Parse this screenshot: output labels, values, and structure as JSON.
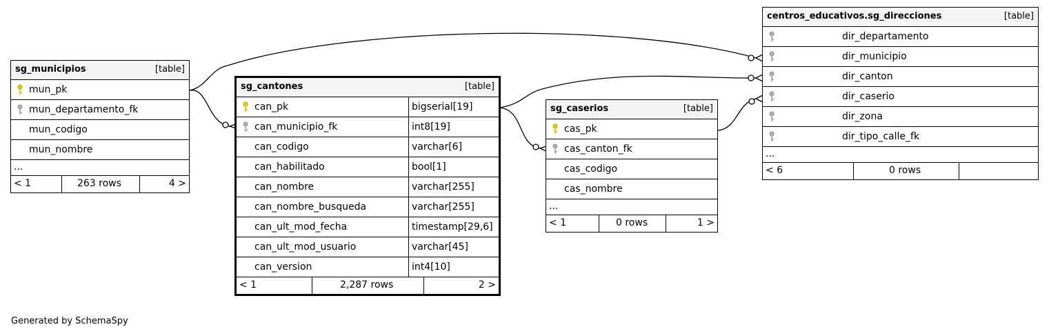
{
  "tables": {
    "municipios": {
      "name": "sg_municipios",
      "type": "[table]",
      "rows": [
        "mun_pk",
        "mun_departamento_fk",
        "mun_codigo",
        "mun_nombre"
      ],
      "more": "...",
      "footer": {
        "prev": "< 1",
        "count": "263 rows",
        "next": "4 >"
      }
    },
    "cantones": {
      "name": "sg_cantones",
      "type": "[table]",
      "rows": [
        {
          "name": "can_pk",
          "type": "bigserial[19]"
        },
        {
          "name": "can_municipio_fk",
          "type": "int8[19]"
        },
        {
          "name": "can_codigo",
          "type": "varchar[6]"
        },
        {
          "name": "can_habilitado",
          "type": "bool[1]"
        },
        {
          "name": "can_nombre",
          "type": "varchar[255]"
        },
        {
          "name": "can_nombre_busqueda",
          "type": "varchar[255]"
        },
        {
          "name": "can_ult_mod_fecha",
          "type": "timestamp[29,6]"
        },
        {
          "name": "can_ult_mod_usuario",
          "type": "varchar[45]"
        },
        {
          "name": "can_version",
          "type": "int4[10]"
        }
      ],
      "footer": {
        "prev": "< 1",
        "count": "2,287 rows",
        "next": "2 >"
      }
    },
    "caserios": {
      "name": "sg_caserios",
      "type": "[table]",
      "rows": [
        "cas_pk",
        "cas_canton_fk",
        "cas_codigo",
        "cas_nombre"
      ],
      "more": "...",
      "footer": {
        "prev": "< 1",
        "count": "0 rows",
        "next": "1 >"
      }
    },
    "direcciones": {
      "name": "centros_educativos.sg_direcciones",
      "type": "[table]",
      "rows": [
        "dir_departamento",
        "dir_municipio",
        "dir_canton",
        "dir_caserio",
        "dir_zona",
        "dir_tipo_calle_fk"
      ],
      "more": "...",
      "footer": {
        "prev": "< 6",
        "count": "0 rows",
        "next": ""
      }
    }
  },
  "key_icons": {
    "primary": "primary-key-icon",
    "foreign": "foreign-key-icon"
  },
  "colors": {
    "primary_key": "#e8d000",
    "foreign_key": "#b0b0b0",
    "header_bg": "#f4f4f4"
  },
  "generated_by": "Generated by SchemaSpy"
}
